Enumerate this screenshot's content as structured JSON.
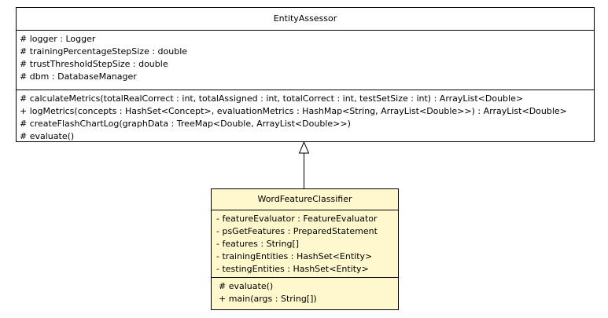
{
  "entity_assessor": {
    "name": "EntityAssessor",
    "attributes": [
      "# logger : Logger",
      "# trainingPercentageStepSize : double",
      "# trustThresholdStepSize : double",
      "# dbm : DatabaseManager"
    ],
    "operations": [
      "# calculateMetrics(totalRealCorrect : int, totalAssigned : int, totalCorrect : int, testSetSize : int) : ArrayList<Double>",
      "+ logMetrics(concepts : HashSet<Concept>, evaluationMetrics : HashMap<String, ArrayList<Double>>) : ArrayList<Double>",
      "# createFlashChartLog(graphData : TreeMap<Double, ArrayList<Double>>)",
      "# evaluate()"
    ]
  },
  "word_feature_classifier": {
    "name": "WordFeatureClassifier",
    "attributes": [
      "- featureEvaluator : FeatureEvaluator",
      "- psGetFeatures : PreparedStatement",
      "- features : String[]",
      "- trainingEntities : HashSet<Entity>",
      "- testingEntities : HashSet<Entity>"
    ],
    "operations": [
      "# evaluate()",
      "+ main(args : String[])"
    ]
  },
  "colors": {
    "base_fill": "#ffffff",
    "derived_fill": "#fff8cd",
    "line": "#000000"
  },
  "relationship": "generalization"
}
